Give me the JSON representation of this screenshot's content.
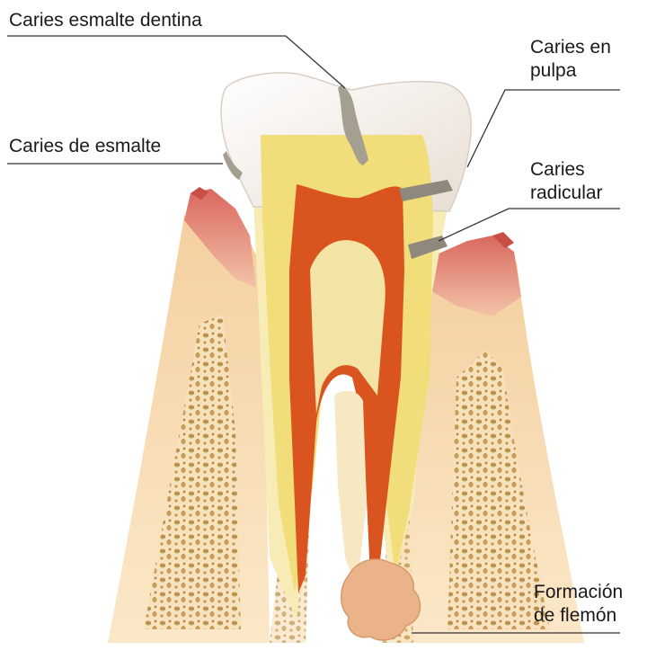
{
  "diagram": {
    "labels": {
      "enamel_dentin": "Caries esmalte dentina",
      "enamel": "Caries de esmalte",
      "pulp": [
        "Caries en",
        "pulpa"
      ],
      "root": [
        "Caries",
        "radicular"
      ],
      "abscess": [
        "Formación",
        "de flemón"
      ]
    },
    "colors": {
      "enamel": "#f4efe9",
      "dentin": "#f2e08a",
      "pulp": "#d9541e",
      "gum": "#e89a8a",
      "bone": "#f5d9a8",
      "bone_pores": "#b8883e",
      "caries": "#9a9486",
      "abscess": "#eab38a",
      "leader_line": "#333333"
    }
  }
}
